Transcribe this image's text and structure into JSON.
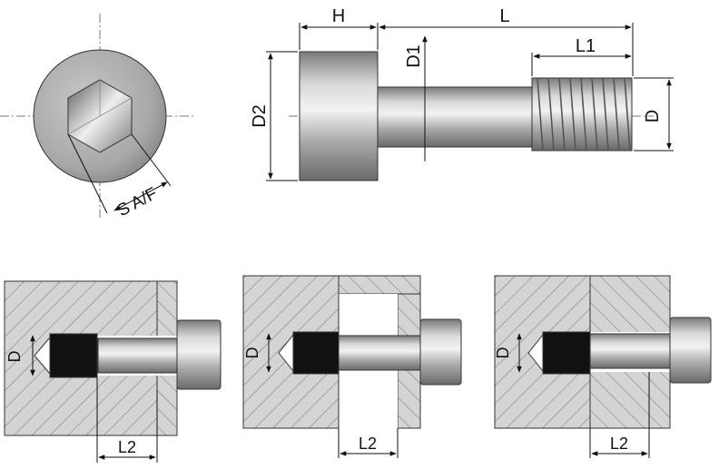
{
  "labels": {
    "s_af": "S A/F",
    "h": "H",
    "l": "L",
    "d1": "D1",
    "l1": "L1",
    "d2": "D2",
    "d_side": "D",
    "d_sec1": "D",
    "l2_sec1": "L2",
    "d_sec2": "D",
    "l2_sec2": "L2",
    "d_sec3": "D",
    "l2_sec3": "L2"
  },
  "colors": {
    "metal_light": "#e8e8e8",
    "metal_mid": "#b5b5b5",
    "metal_dark": "#6f6f6f",
    "section_fill": "#d4d4d4",
    "hatch": "#555555",
    "thread_black": "#111111"
  }
}
